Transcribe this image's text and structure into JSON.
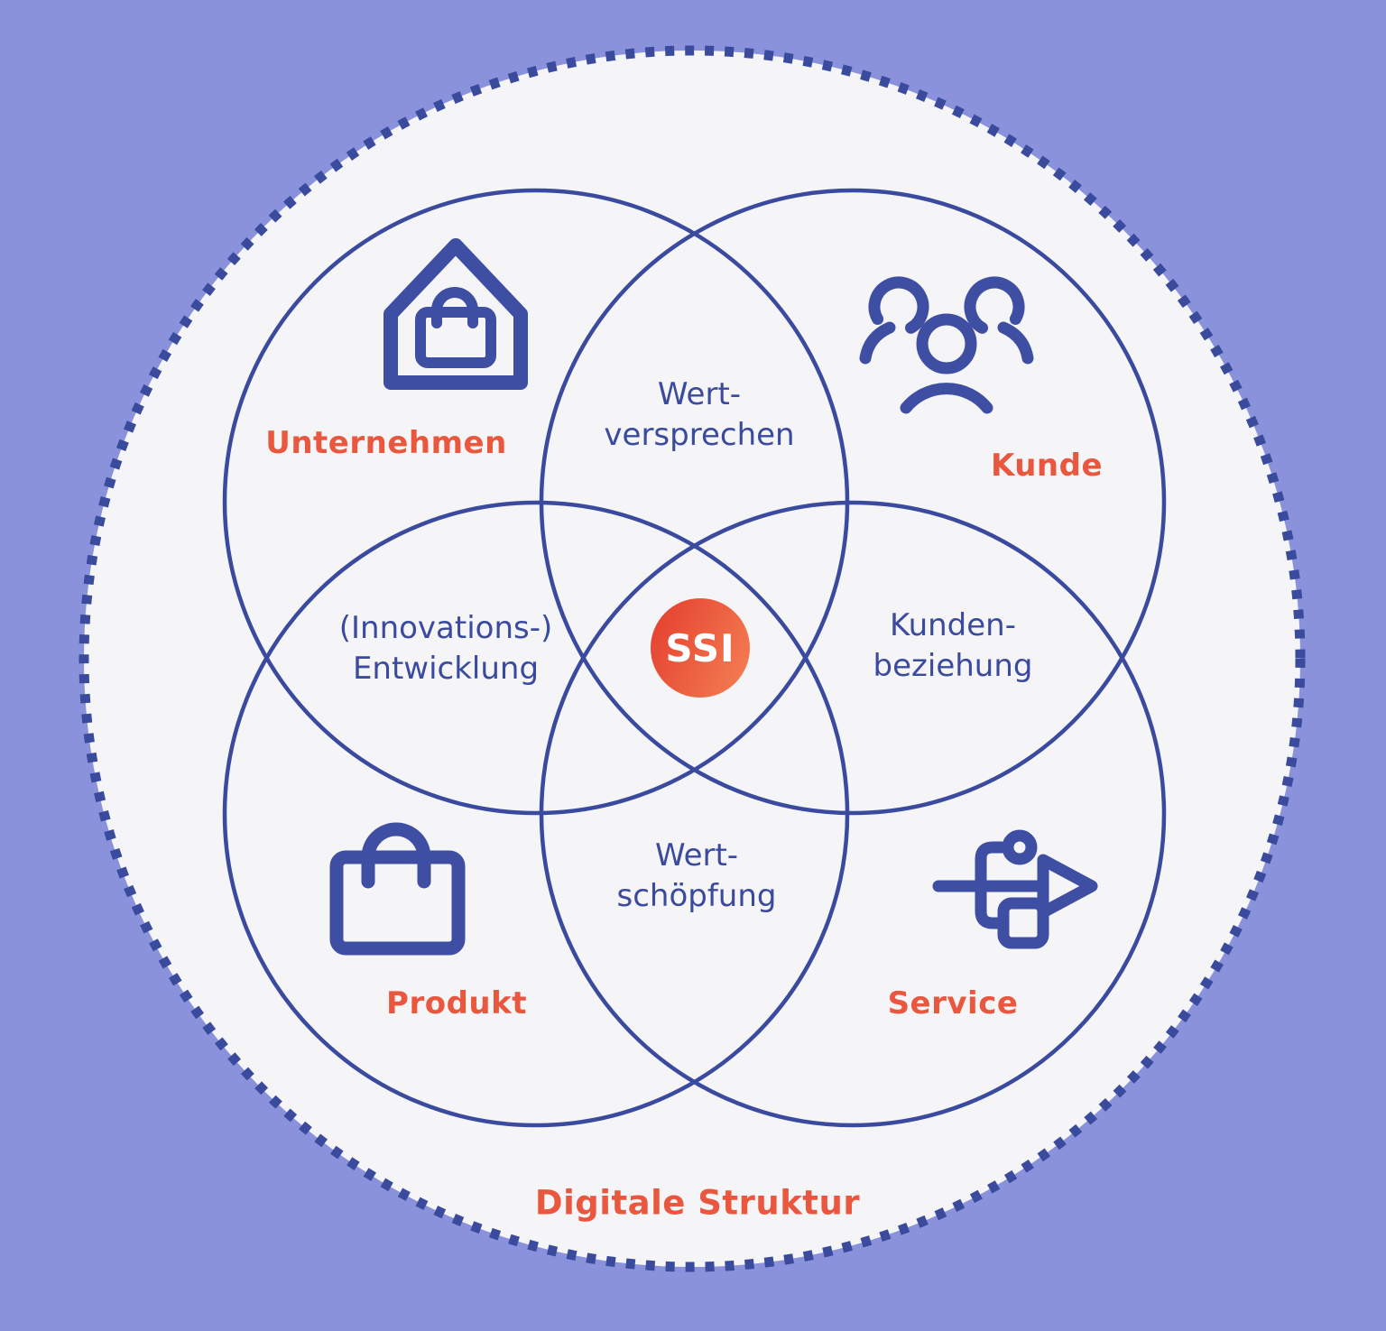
{
  "diagram": {
    "outer_label": "Digitale Struktur",
    "center": {
      "label": "SSI"
    },
    "regions": [
      {
        "label": "Unternehmen",
        "icon": "house-with-bag-icon"
      },
      {
        "label": "Kunde",
        "icon": "people-group-icon"
      },
      {
        "label": "Produkt",
        "icon": "shopping-bag-icon"
      },
      {
        "label": "Service",
        "icon": "process-flow-arrow-icon"
      }
    ],
    "overlaps": {
      "top": {
        "line1": "Wert-",
        "line2": "versprechen"
      },
      "left": {
        "line1": "(Innovations-)",
        "line2": "Entwicklung"
      },
      "right": {
        "line1": "Kunden-",
        "line2": "beziehung"
      },
      "bottom": {
        "line1": "Wert-",
        "line2": "schöpfung"
      }
    },
    "colors": {
      "background": "#8A92DC",
      "inner_fill": "#F5F4F6",
      "circle_stroke": "#3A4A9E",
      "icon_blue": "#3E4EA3",
      "accent_orange": "#E9573F",
      "ssi_gradient_start": "#E64733",
      "ssi_gradient_end": "#F37E53",
      "ssi_text": "#FFFFFF"
    }
  }
}
